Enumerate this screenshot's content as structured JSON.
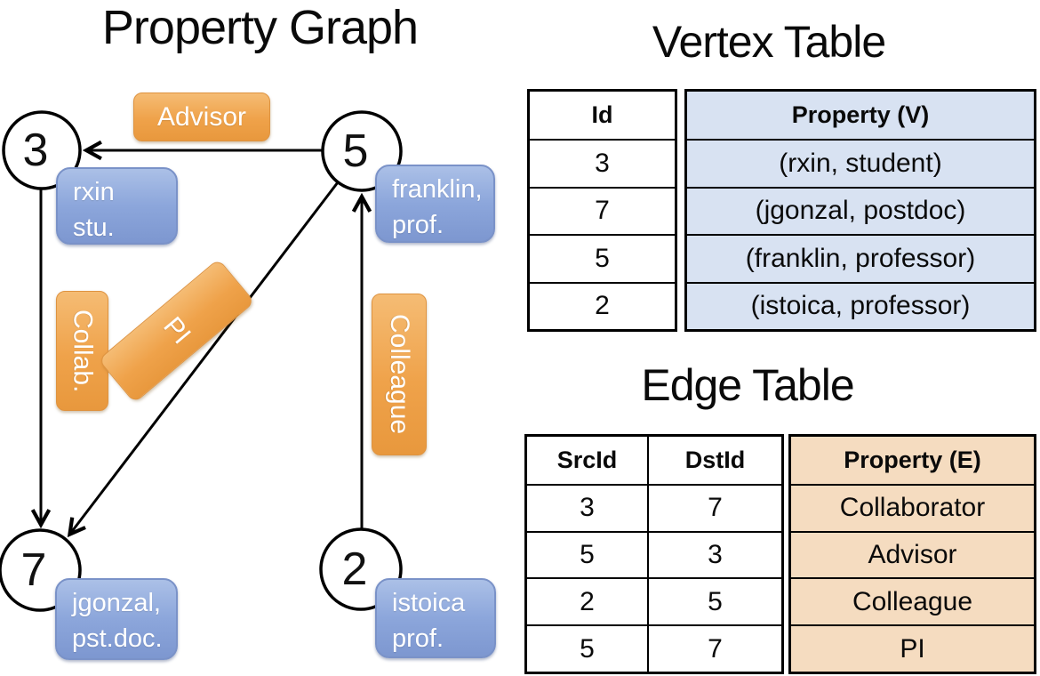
{
  "graph": {
    "title": "Property Graph",
    "nodes": {
      "n3": "3",
      "n5": "5",
      "n7": "7",
      "n2": "2"
    },
    "edge_labels": {
      "advisor": "Advisor",
      "collab": "Collab.",
      "pi": "PI",
      "colleague": "Colleague"
    },
    "node_properties": {
      "n3": {
        "line1": "rxin",
        "line2": "stu."
      },
      "n5": {
        "line1": "franklin,",
        "line2": "prof."
      },
      "n7": {
        "line1": "jgonzal,",
        "line2": "pst.doc."
      },
      "n2": {
        "line1": "istoica",
        "line2": "prof."
      }
    }
  },
  "vertex_table": {
    "title": "Vertex Table",
    "headers": [
      "Id",
      "Property (V)"
    ],
    "rows": [
      [
        "3",
        "(rxin, student)"
      ],
      [
        "7",
        "(jgonzal, postdoc)"
      ],
      [
        "5",
        "(franklin, professor)"
      ],
      [
        "2",
        "(istoica, professor)"
      ]
    ]
  },
  "edge_table": {
    "title": "Edge Table",
    "headers": [
      "SrcId",
      "DstId",
      "Property (E)"
    ],
    "rows": [
      [
        "3",
        "7",
        "Collaborator"
      ],
      [
        "5",
        "3",
        "Advisor"
      ],
      [
        "2",
        "5",
        "Colleague"
      ],
      [
        "5",
        "7",
        "PI"
      ]
    ]
  },
  "colors": {
    "edge_label_orange": "#EFA24A",
    "vertex_property_blue": "#8CA6DB",
    "vertex_table_property_bg": "#D8E2F2",
    "edge_table_property_bg": "#F5DCC0",
    "line_black": "#000000"
  }
}
